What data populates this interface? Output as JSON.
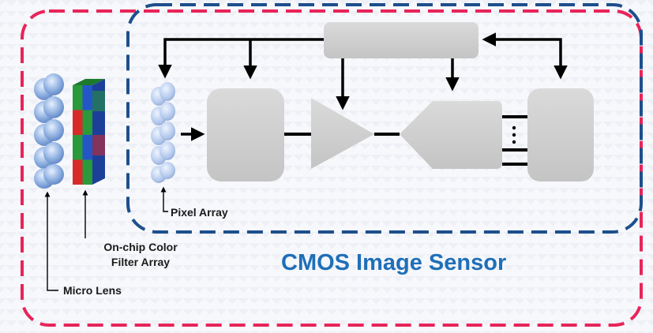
{
  "labels": {
    "pixel_array": "Pixel Array",
    "color_filter_line1": "On-chip Color",
    "color_filter_line2": "Filter Array",
    "micro_lens": "Micro Lens",
    "sensor_title": "CMOS Image Sensor"
  },
  "colors": {
    "outer_border": "#e8245a",
    "inner_border": "#1d4f8c",
    "title": "#1f6fb8",
    "block_fill": "#cfcfcf",
    "filter_red": "#d92a2a",
    "filter_green": "#2a9a3a",
    "filter_blue": "#2456c8"
  }
}
